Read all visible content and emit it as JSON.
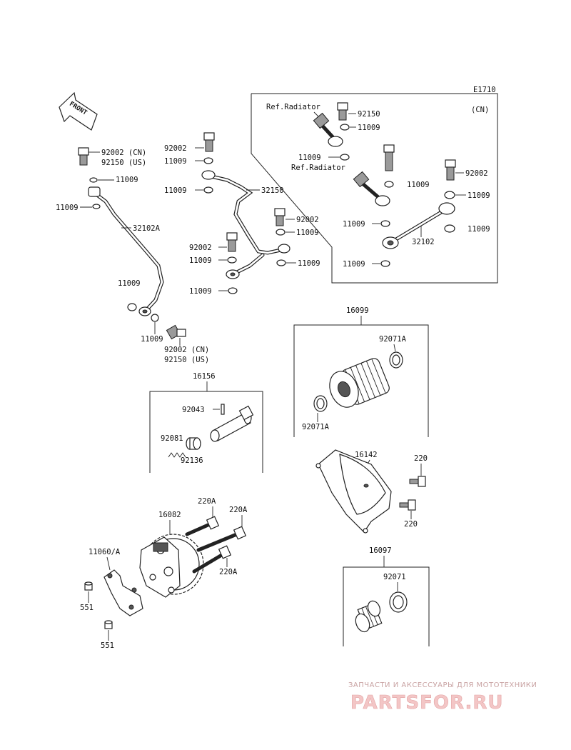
{
  "diagram": {
    "code": "E1710",
    "front_label": "FRONT",
    "cn_label": "(CN)",
    "ref_radiator": "Ref.Radiator",
    "labels": {
      "l_92002_cn": "92002 (CN)",
      "l_92150_us": "92150 (US)",
      "l_11009_a": "11009",
      "l_11009_b": "11009",
      "l_32102a": "32102A",
      "l_11009_c": "11009",
      "l_11009_d": "11009",
      "l_92002_cn_b": "92002 (CN)",
      "l_92150_us_b": "92150 (US)",
      "l_92002_a": "92002",
      "l_11009_e": "11009",
      "l_11009_f": "11009",
      "l_32150_a": "32150",
      "l_92002_b": "92002",
      "l_11009_g": "11009",
      "l_92002_c": "92002",
      "l_11009_h": "11009",
      "l_11009_i": "11009",
      "l_11009_j": "11009",
      "l_92150_b": "92150",
      "l_11009_k": "11009",
      "l_11009_l": "11009",
      "l_92002_d": "92002",
      "l_11009_m": "11009",
      "l_11009_n": "11009",
      "l_11009_o": "11009",
      "l_11009_p": "11009",
      "l_32102": "32102",
      "l_11009_q": "11009",
      "l_16099": "16099",
      "l_92071a_top": "92071A",
      "l_92071a_bot": "92071A",
      "l_16156": "16156",
      "l_92043": "92043",
      "l_92081": "92081",
      "l_92136": "92136",
      "l_16142": "16142",
      "l_220_a": "220",
      "l_220_b": "220",
      "l_16082": "16082",
      "l_220a_1": "220A",
      "l_220a_2": "220A",
      "l_220a_3": "220A",
      "l_11060a": "11060/A",
      "l_551_a": "551",
      "l_551_b": "551",
      "l_16097": "16097",
      "l_92071": "92071"
    }
  },
  "watermark": {
    "line1": "ЗАПЧАСТИ И АКСЕССУАРЫ ДЛЯ МОТОТЕХНИКИ",
    "line2": "PARTSFOR.RU"
  }
}
